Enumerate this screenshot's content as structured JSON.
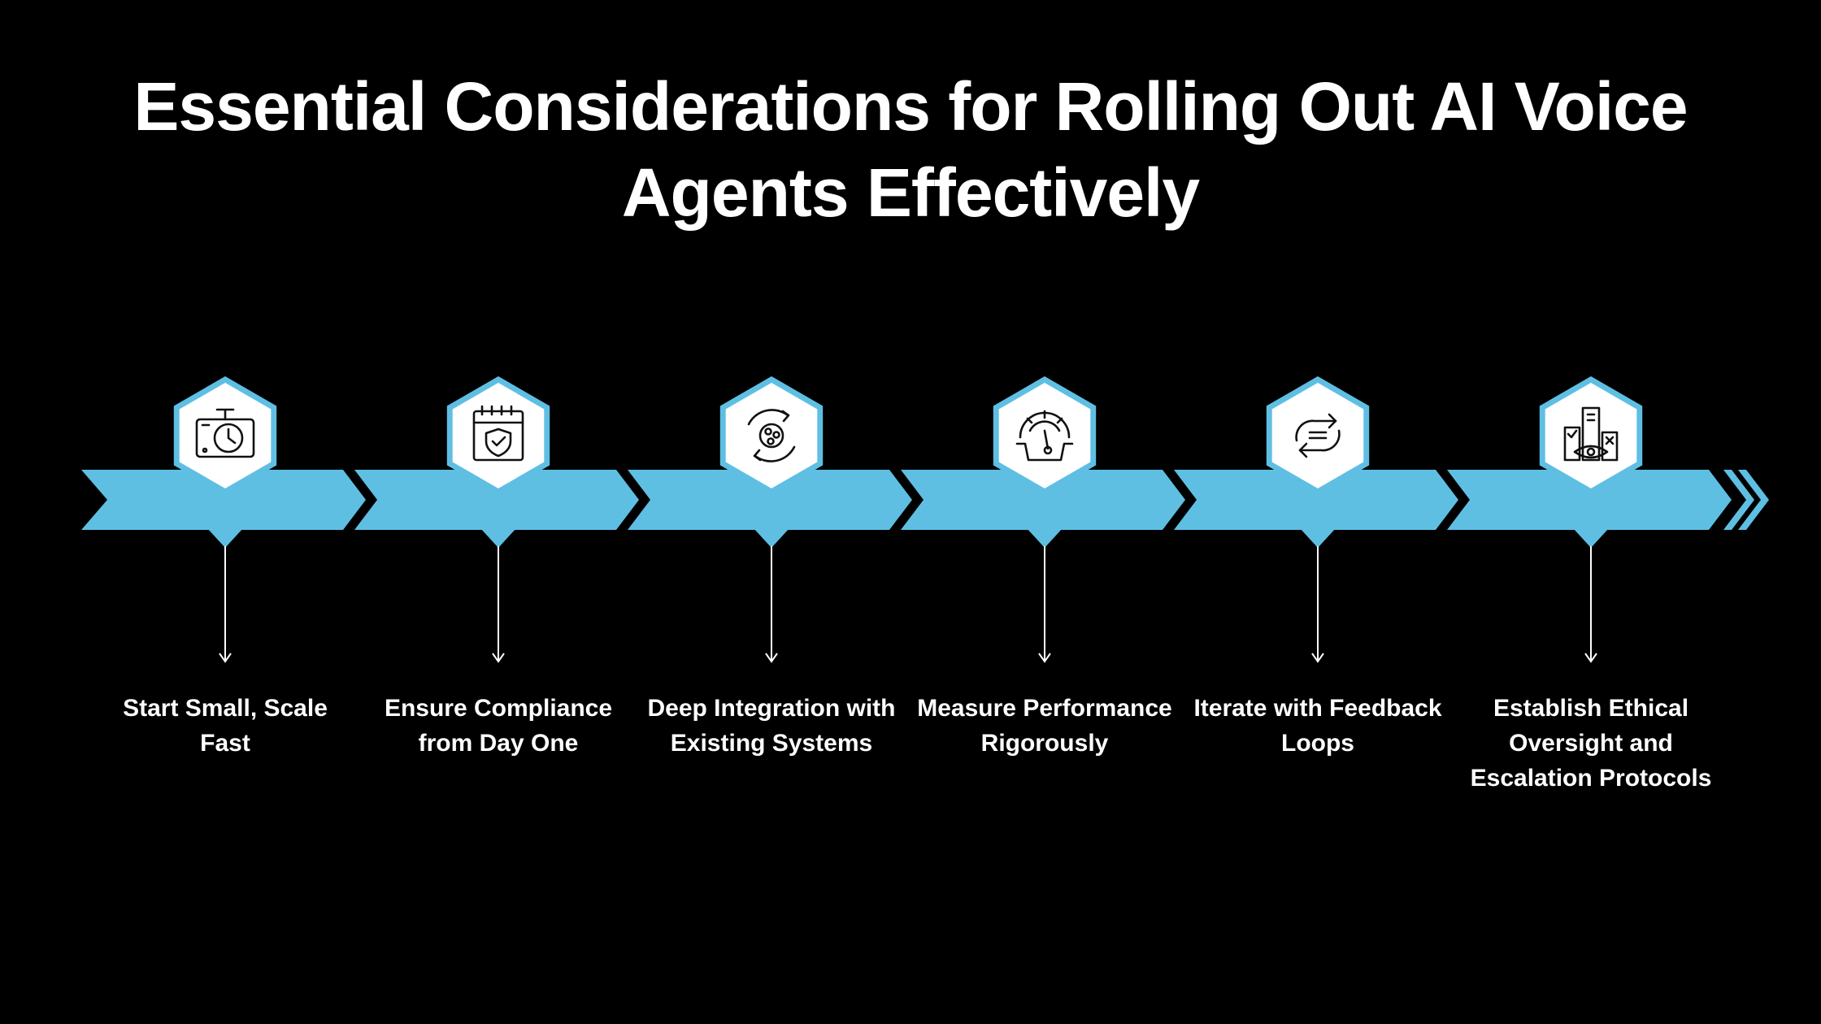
{
  "title": {
    "line1": "Essential Considerations for Rolling Out AI Voice",
    "line2": "Agents Effectively"
  },
  "colors": {
    "background": "#000000",
    "arrow": "#5ebfe3",
    "hexagon_border": "#5ebfe3",
    "hexagon_fill": "#ffffff",
    "text": "#ffffff",
    "icon": "#111111"
  },
  "steps": [
    {
      "label": "Start Small, Scale Fast",
      "icon": "stopwatch-icon"
    },
    {
      "label": "Ensure Compliance from Day One",
      "icon": "calendar-shield-icon"
    },
    {
      "label": "Deep Integration with Existing Systems",
      "icon": "gear-cycle-icon"
    },
    {
      "label": "Measure Performance Rigorously",
      "icon": "gauge-gear-icon"
    },
    {
      "label": "Iterate with Feedback Loops",
      "icon": "refresh-loop-icon"
    },
    {
      "label": "Establish Ethical Oversight and Escalation Protocols",
      "icon": "oversight-eye-icon"
    }
  ]
}
